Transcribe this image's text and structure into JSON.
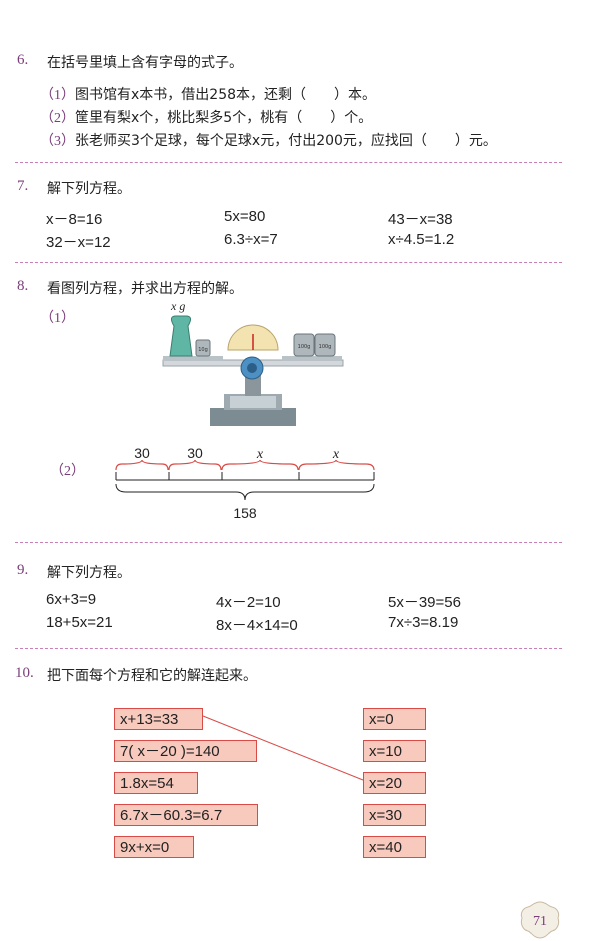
{
  "q6": {
    "num": "6.",
    "text": "在括号里填上含有字母的式子。",
    "items": [
      {
        "num": "（1）",
        "text": "图书馆有x本书，借出258本，还剩（　　）本。"
      },
      {
        "num": "（2）",
        "text": "筐里有梨x个，桃比梨多5个，桃有（　　）个。"
      },
      {
        "num": "（3）",
        "text": "张老师买3个足球，每个足球x元，付出200元，应找回（　　）元。"
      }
    ]
  },
  "q7": {
    "num": "7.",
    "text": "解下列方程。",
    "equations": [
      "x－8=16",
      "5x=80",
      "43－x=38",
      "32－x=12",
      "6.3÷x=7",
      "x÷4.5=1.2"
    ]
  },
  "q8": {
    "num": "8.",
    "text": "看图列方程，并求出方程的解。",
    "part1": {
      "num": "（1）",
      "vase_label": "x g",
      "weight_labels": [
        "10g",
        "100g",
        "100g"
      ]
    },
    "part2": {
      "num": "（2）",
      "segments": [
        "30",
        "30",
        "x",
        "x"
      ],
      "total": "158"
    }
  },
  "q9": {
    "num": "9.",
    "text": "解下列方程。",
    "equations": [
      "6x+3=9",
      "4x－2=10",
      "5x－39=56",
      "18+5x=21",
      "8x－4×14=0",
      "7x÷3=8.19"
    ]
  },
  "q10": {
    "num": "10.",
    "text": "把下面每个方程和它的解连起来。",
    "left": [
      "x+13=33",
      "7( x－20 )=140",
      "1.8x=54",
      "6.7x－60.3=6.7",
      "9x+x=0"
    ],
    "right": [
      "x=0",
      "x=10",
      "x=20",
      "x=30",
      "x=40"
    ]
  },
  "page_number": "71",
  "colors": {
    "accent": "#7a3d7a",
    "divider": "#c67fb7",
    "box_fill": "#f8c9bd",
    "box_border": "#d94b47",
    "bracket": "#d94b47"
  }
}
